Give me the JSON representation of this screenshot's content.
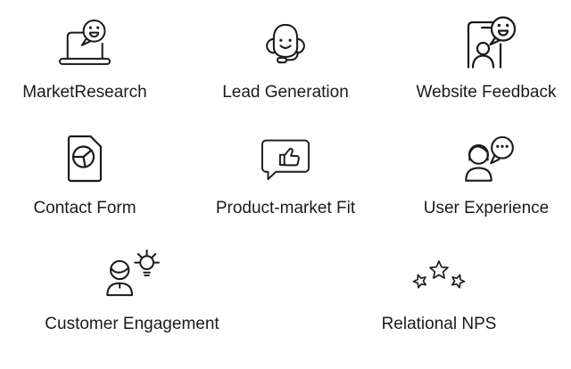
{
  "colors": {
    "background": "#ffffff",
    "ink": "#1a1a1a"
  },
  "survey_types": [
    {
      "label": "MarketResearch",
      "icon": "laptop-smiley-icon"
    },
    {
      "label": "Lead Generation",
      "icon": "support-headset-icon"
    },
    {
      "label": "Website Feedback",
      "icon": "phone-smiley-icon"
    },
    {
      "label": "Contact Form",
      "icon": "document-pie-icon"
    },
    {
      "label": "Product-market Fit",
      "icon": "thumbs-up-bubble-icon"
    },
    {
      "label": "User Experience",
      "icon": "person-chat-dots-icon"
    },
    {
      "label": "Customer Engagement",
      "icon": "person-lightbulb-icon"
    },
    {
      "label": "Relational NPS",
      "icon": "three-stars-icon"
    }
  ]
}
